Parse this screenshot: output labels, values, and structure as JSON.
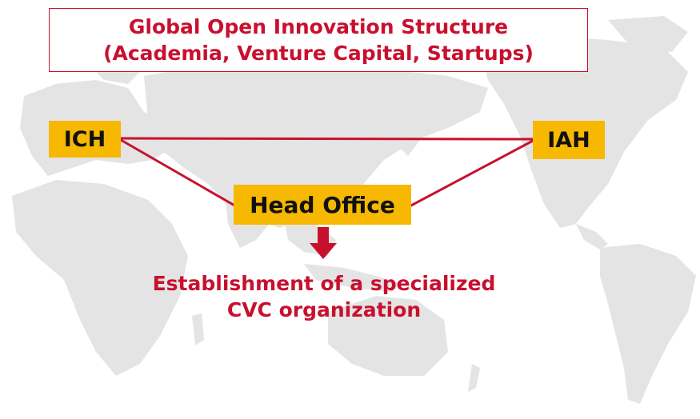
{
  "title": {
    "line1": "Global Open Innovation Structure",
    "line2": "(Academia, Venture Capital, Startups)"
  },
  "nodes": {
    "ich": "ICH",
    "iah": "IAH",
    "head_office": "Head Office"
  },
  "result": {
    "line1": "Establishment of a specialized",
    "line2": "CVC organization"
  },
  "colors": {
    "accent": "#c8102e",
    "node_fill": "#f6b800",
    "map": "#e3e3e3"
  },
  "icons": {
    "down_arrow": "arrow-down-icon",
    "background": "world-map"
  }
}
